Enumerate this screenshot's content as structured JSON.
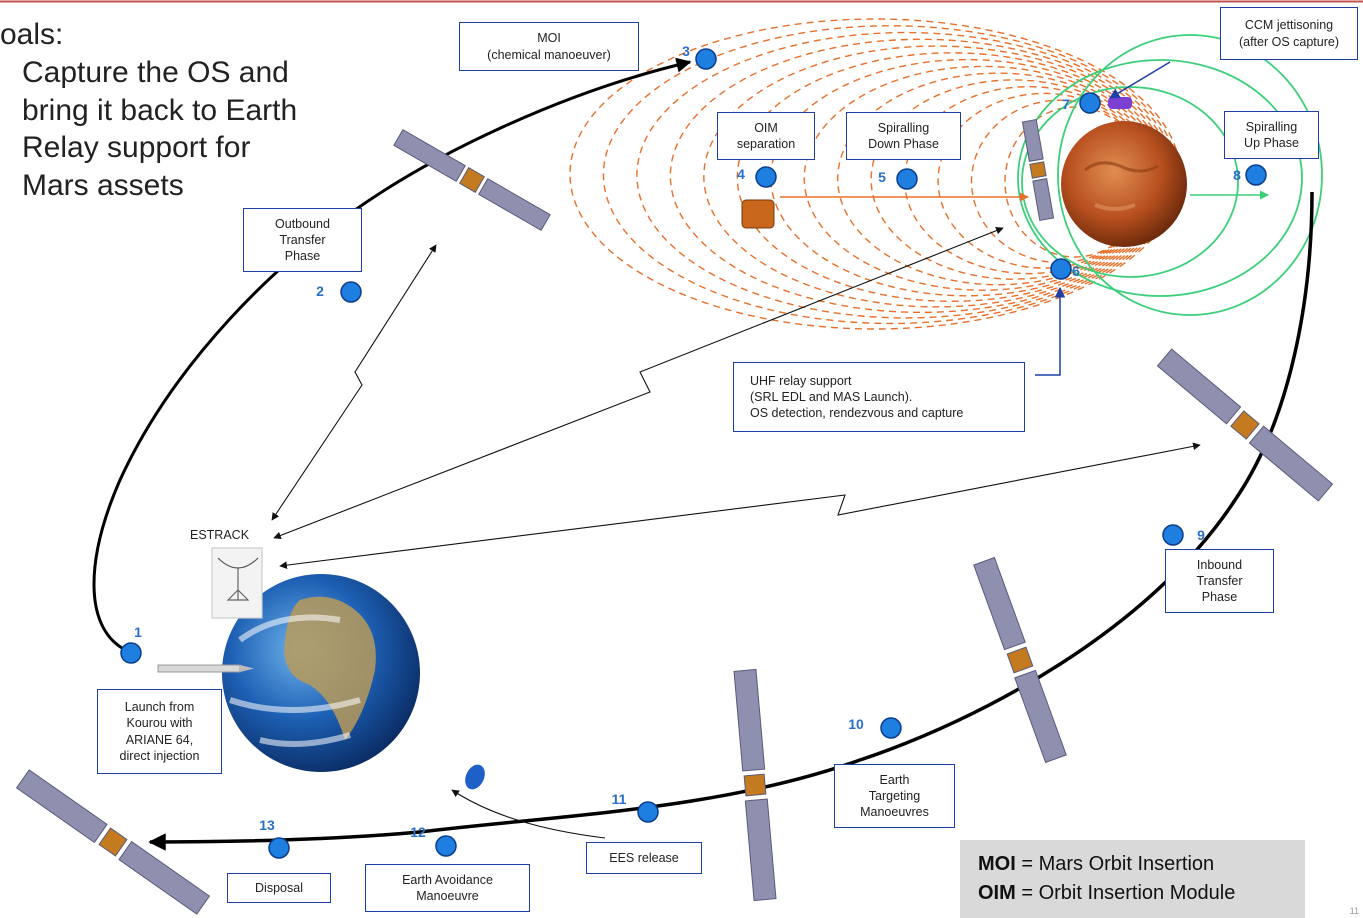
{
  "goals": {
    "title": "oals:",
    "lines": [
      "Capture the OS and",
      "bring it back to Earth",
      "Relay support for",
      "Mars assets"
    ]
  },
  "ground_station": "ESTRACK",
  "boxes": {
    "moi": [
      "MOI",
      "(chemical manoeuver)"
    ],
    "ccm": [
      "CCM jettisoning",
      "(after OS capture)"
    ],
    "oim_sep": [
      "OIM",
      "separation"
    ],
    "spiral_down": [
      "Spiralling",
      "Down Phase"
    ],
    "spiral_up": [
      "Spiralling",
      "Up Phase"
    ],
    "outbound": [
      "Outbound",
      "Transfer",
      "Phase"
    ],
    "uhf": [
      "UHF  relay support",
      "(SRL EDL and MAS Launch).",
      "OS detection, rendezvous and capture"
    ],
    "inbound": [
      "Inbound",
      "Transfer",
      "Phase"
    ],
    "launch": [
      "Launch from",
      "Kourou with",
      "ARIANE 64,",
      "direct injection"
    ],
    "earth_targeting": [
      "Earth",
      "Targeting",
      "Manoeuvres"
    ],
    "ees": [
      "EES release"
    ],
    "avoidance": [
      "Earth Avoidance",
      "Manoeuvre"
    ],
    "disposal": [
      "Disposal"
    ]
  },
  "steps": [
    "1",
    "2",
    "3",
    "4",
    "5",
    "6",
    "7",
    "8",
    "9",
    "10",
    "11",
    "12",
    "13"
  ],
  "legend": [
    {
      "abbr": "MOI",
      "text": " = Mars Orbit Insertion"
    },
    {
      "abbr": "OIM",
      "text": " = Orbit Insertion Module"
    }
  ],
  "page_number": "11",
  "colors": {
    "box_border": "#1f3fa8",
    "node_fill": "#1e7fe0",
    "node_stroke": "#0b3d8a",
    "number": "#2a6fc8",
    "orange_orbit": "#e8702a",
    "green_orbit": "#3ccf7a",
    "top_rule": "#c0504d",
    "legend_bg": "#d9d9d9"
  }
}
